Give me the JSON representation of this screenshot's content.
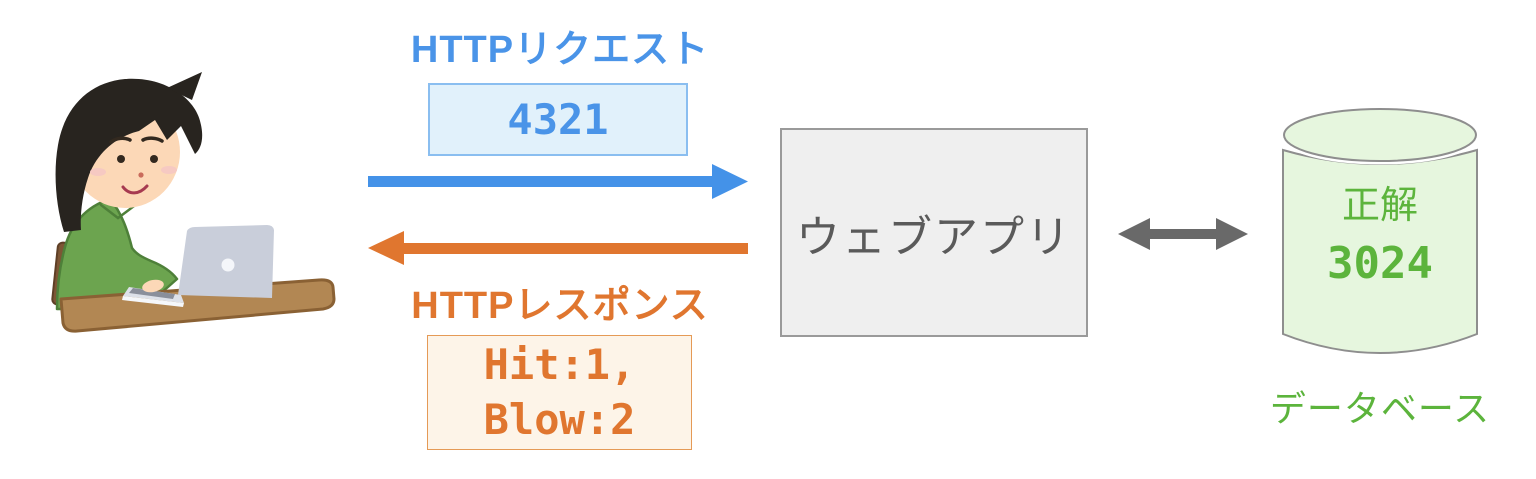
{
  "flow": {
    "client": {
      "illustration": "person-at-laptop"
    },
    "request": {
      "label": "HTTPリクエスト",
      "payload": "4321"
    },
    "response": {
      "label": "HTTPレスポンス",
      "payload_lines": [
        "Hit:1,",
        "Blow:2"
      ]
    },
    "webapp": {
      "label": "ウェブアプリ"
    },
    "database": {
      "stored_label": "正解",
      "stored_value": "3024",
      "label": "データベース"
    }
  },
  "colors": {
    "request_blue": "#4A94E8",
    "request_box_fill": "#E1F1FB",
    "request_box_border": "#8ABEF0",
    "response_orange": "#E0762F",
    "response_box_fill": "#FDF4E8",
    "response_box_border": "#E59A56",
    "webapp_box_fill": "#EFEFEF",
    "webapp_box_border": "#9A9A9A",
    "webapp_text": "#5A5A5A",
    "link_arrow_gray": "#696969",
    "database_green": "#5CB43C",
    "database_fill": "#E6F6DE",
    "database_border": "#8E8E8E"
  }
}
